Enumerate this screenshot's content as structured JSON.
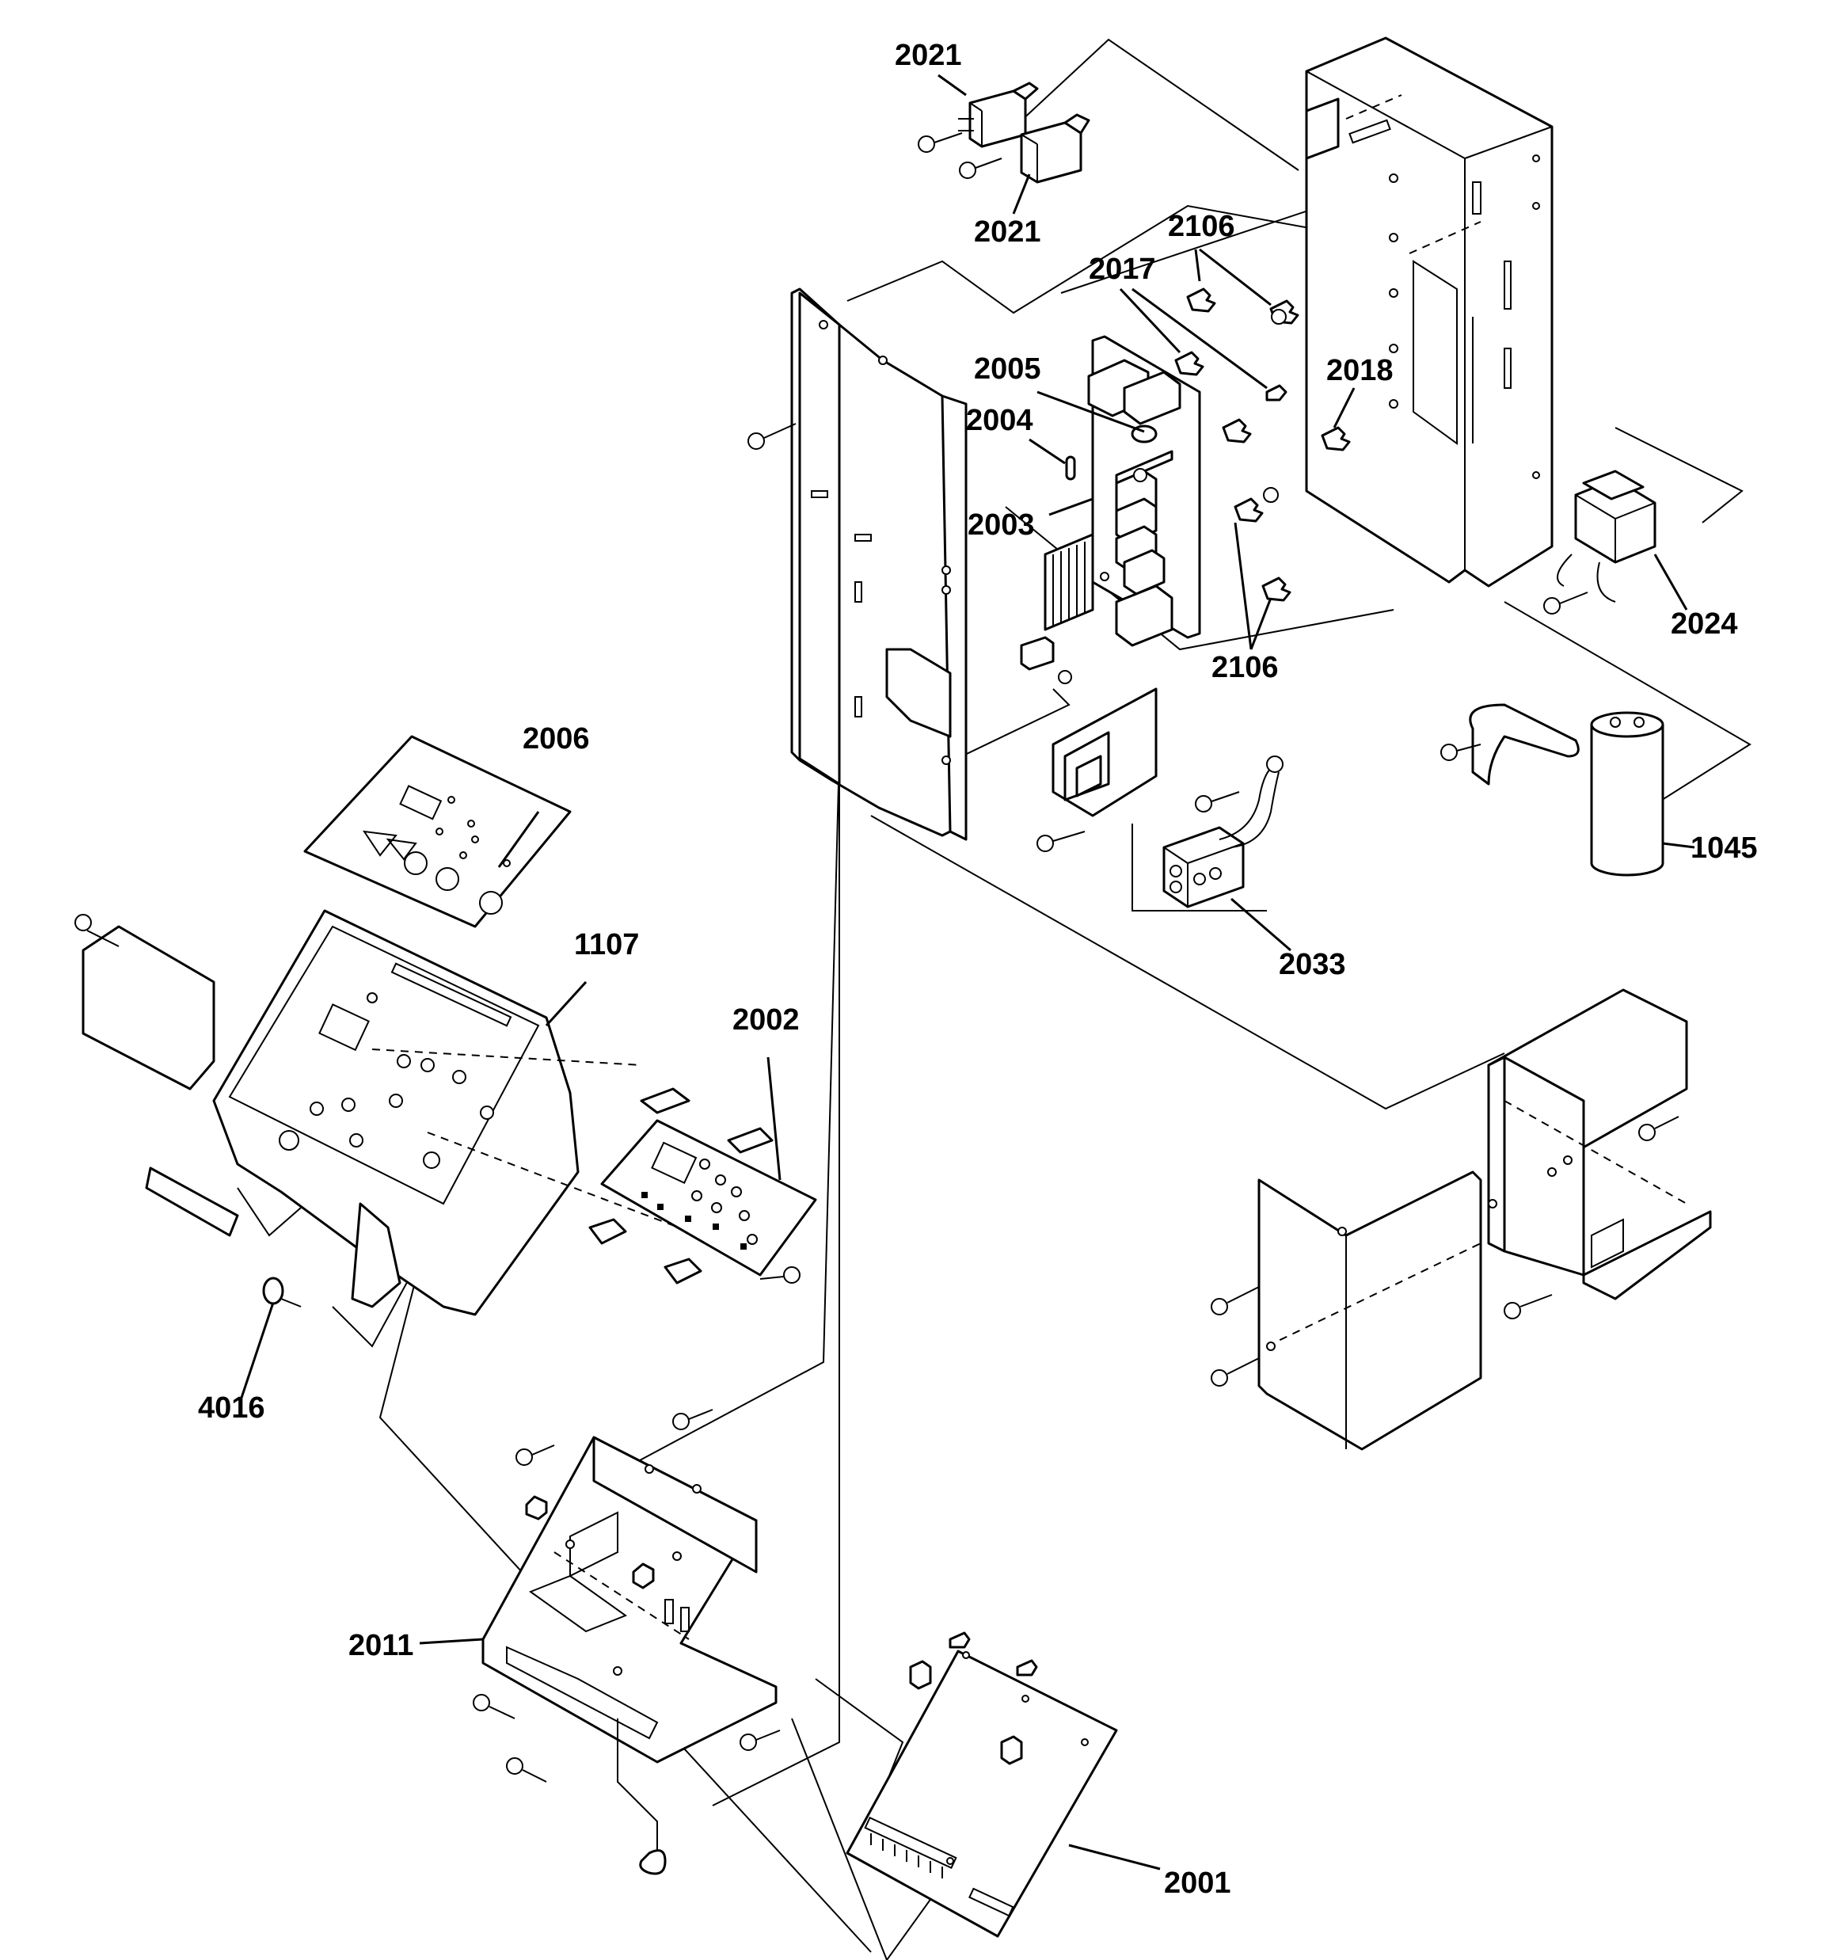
{
  "diagram": {
    "labels": {
      "l2021a": "2021",
      "l2021b": "2021",
      "l2106a": "2106",
      "l2017": "2017",
      "l2005": "2005",
      "l2018": "2018",
      "l2004": "2004",
      "l2003": "2003",
      "l2024": "2024",
      "l2106b": "2106",
      "l2006": "2006",
      "l1045": "1045",
      "l1107": "1107",
      "l2033": "2033",
      "l2002": "2002",
      "l4016": "4016",
      "l2011": "2011",
      "l2001": "2001"
    }
  }
}
